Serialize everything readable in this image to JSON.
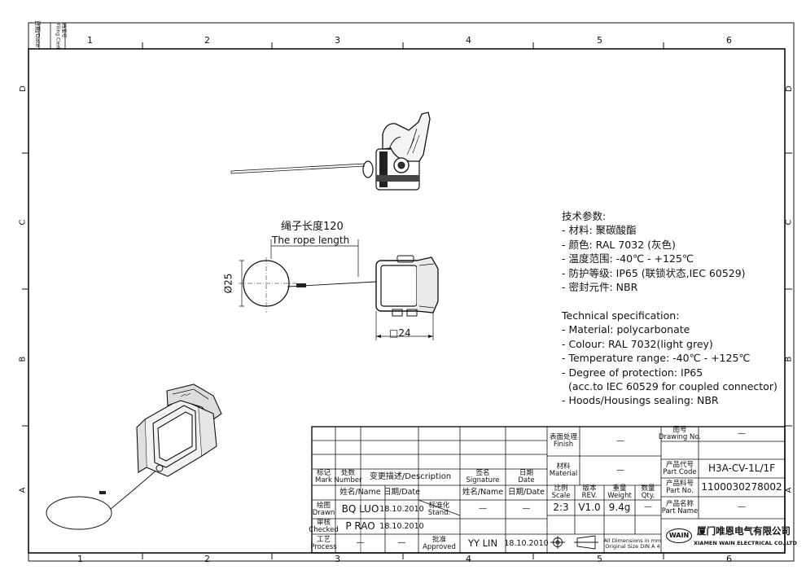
{
  "frame": {
    "col_numbers_top": [
      "1",
      "2",
      "3",
      "4",
      "5",
      "6"
    ],
    "col_numbers_bottom": [
      "1",
      "2",
      "3",
      "4",
      "5",
      "6"
    ],
    "row_letters": [
      "D",
      "C",
      "B",
      "A"
    ],
    "corner_date": "日期/Date",
    "corner_filing": [
      "档案号",
      "Filing Clerk"
    ]
  },
  "dimensions": {
    "rope_cn": "绳子长度120",
    "rope_en": "The rope length",
    "ring_dia": "Ø25",
    "square": "□24"
  },
  "tech_spec": {
    "cn_title": "技术参数:",
    "cn_lines": [
      "- 材料: 聚碳酸酯",
      "- 颜色: RAL 7032 (灰色)",
      "- 温度范围: -40℃ - +125℃",
      "- 防护等级: IP65 (联锁状态,IEC 60529)",
      "- 密封元件: NBR"
    ],
    "en_title": "Technical specification:",
    "en_lines": [
      "- Material: polycarbonate",
      "- Colour: RAL 7032(light grey)",
      "- Temperature range: -40℃ - +125℃",
      "- Degree of protection: IP65",
      "  (acc.to IEC 60529 for coupled connector)",
      "- Hoods/Housings sealing: NBR"
    ]
  },
  "title_block": {
    "rev_header": {
      "mark": [
        "标记",
        "Mark"
      ],
      "number": [
        "处数",
        "Number"
      ],
      "description": "变更描述/Description",
      "signature": [
        "签名",
        "Signature"
      ],
      "date": [
        "日期",
        "Date"
      ]
    },
    "name_label": "姓名/Name",
    "date_label": "日期/Date",
    "drawn_label": [
      "绘图",
      "Drawn"
    ],
    "checked_label": [
      "审核",
      "Checked"
    ],
    "process_label": [
      "工艺",
      "Process"
    ],
    "stand_label": [
      "标准化",
      "Stand."
    ],
    "approved_label": [
      "批准",
      "Approved"
    ],
    "drawn_name": "BQ LUO",
    "drawn_date": "18.10.2010",
    "checked_name": "P RAO",
    "checked_date": "18.10.2010",
    "process_name": "—",
    "process_date": "—",
    "stand_value": "—",
    "approved_name": "YY LIN",
    "approved_date": "18.10.2010",
    "finish_label": [
      "表面处理",
      "Finish"
    ],
    "finish_value": "—",
    "material_label": [
      "材料",
      "Material"
    ],
    "material_value": "—",
    "scale_label": [
      "比例",
      "Scale"
    ],
    "rev_label": [
      "版本",
      "REV."
    ],
    "weight_label": [
      "重量",
      "Weight"
    ],
    "qty_label": [
      "数量",
      "Qty."
    ],
    "scale_value": "2:3",
    "rev_value": "V1.0",
    "weight_value": "9.4g",
    "qty_value": "—",
    "dims_note": [
      "All Dimensions in mm",
      "Original Size DIN A 4"
    ],
    "drawing_no_label": [
      "图号",
      "Drawing No."
    ],
    "drawing_no_value": "—",
    "part_code_label": [
      "产品代号",
      "Part Code"
    ],
    "part_code_value": "H3A-CV-1L/1F",
    "part_no_label": [
      "产品料号",
      "Part No."
    ],
    "part_no_value": "1100030278002",
    "part_name_label": [
      "产品名称",
      "Part Name"
    ],
    "part_name_value": "—",
    "logo": "WAIN",
    "company_cn": "厦门唯恩电气有限公司",
    "company_en": "XIAMEN WAIN ELECTRICAL CO.,LTD"
  }
}
